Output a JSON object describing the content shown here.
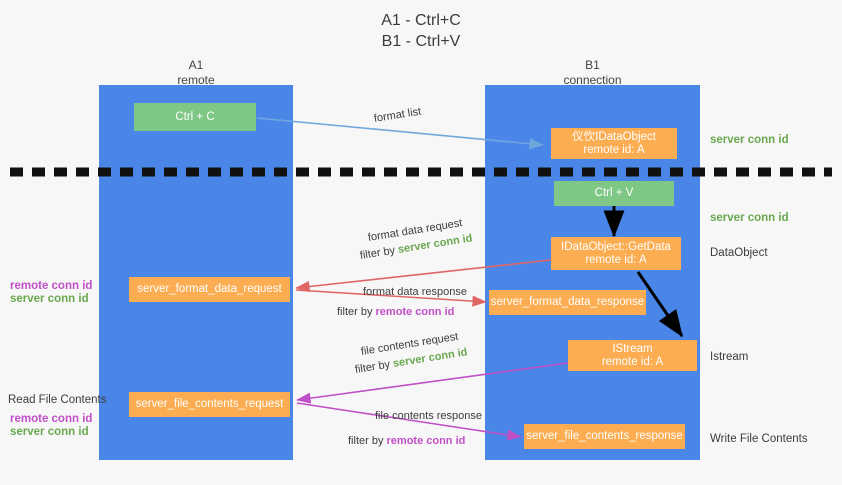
{
  "title": {
    "line1": "A1 - Ctrl+C",
    "line2": "B1 - Ctrl+V"
  },
  "lanes": [
    {
      "id": "a1",
      "name": "A1",
      "sub": "remote",
      "color": "#4a86e8"
    },
    {
      "id": "b1",
      "name": "B1",
      "sub": "connection",
      "color": "#4a86e8"
    }
  ],
  "nodes": [
    {
      "id": "ctrl-c",
      "line1": "Ctrl + C",
      "line2": "",
      "color": "green"
    },
    {
      "id": "idataobject",
      "line1": "仪忺IDataObject",
      "line2": "remote id: A",
      "color": "orange"
    },
    {
      "id": "ctrl-v",
      "line1": "Ctrl + V",
      "line2": "",
      "color": "green"
    },
    {
      "id": "getdata",
      "line1": "IDataObject::GetData",
      "line2": "remote id: A",
      "color": "orange"
    },
    {
      "id": "format-data-request",
      "line1": "server_format_data_request",
      "line2": "",
      "color": "orange"
    },
    {
      "id": "format-data-response",
      "line1": "server_format_data_response",
      "line2": "",
      "color": "orange"
    },
    {
      "id": "istream",
      "line1": "IStream",
      "line2": "remote id: A",
      "color": "orange"
    },
    {
      "id": "file-contents-request",
      "line1": "server_file_contents_request",
      "line2": "",
      "color": "orange"
    },
    {
      "id": "file-contents-response",
      "line1": "server_file_contents_response",
      "line2": "",
      "color": "orange"
    }
  ],
  "edge_labels": {
    "format_list": "format list",
    "format_data_request": "format data request",
    "format_data_request_filter_prefix": "filter by ",
    "format_data_request_filter_key": "server conn id",
    "format_data_response": "format data response",
    "format_data_response_filter_prefix": "filter by ",
    "format_data_response_filter_key": "remote conn id",
    "file_contents_request": "file contents request",
    "file_contents_request_filter_prefix": "filter by ",
    "file_contents_request_filter_key": "server conn id",
    "file_contents_response": "file contents response",
    "file_contents_response_filter_prefix": "filter by ",
    "file_contents_response_filter_key": "remote conn id"
  },
  "annotations_left": {
    "remote_conn_id_1": "remote conn id",
    "server_conn_id_1": "server conn id",
    "read_file_contents": "Read File Contents",
    "remote_conn_id_2": "remote conn id",
    "server_conn_id_2": "server conn id"
  },
  "annotations_right": {
    "server_conn_id_top": "server conn id",
    "server_conn_id_mid": "server conn id",
    "dataobject": "DataObject",
    "istream": "Istream",
    "write_file_contents": "Write File Contents"
  },
  "colors": {
    "lane": "#4a86e8",
    "orange": "#fcad52",
    "green_box": "#7ec785",
    "green_text": "#6aa84f",
    "magenta_text": "#c050c8",
    "arrow_blue": "#6fa8dc",
    "arrow_red": "#e06666",
    "arrow_magenta": "#c050c8",
    "arrow_black": "#000000",
    "background": "#f7f7f7"
  }
}
